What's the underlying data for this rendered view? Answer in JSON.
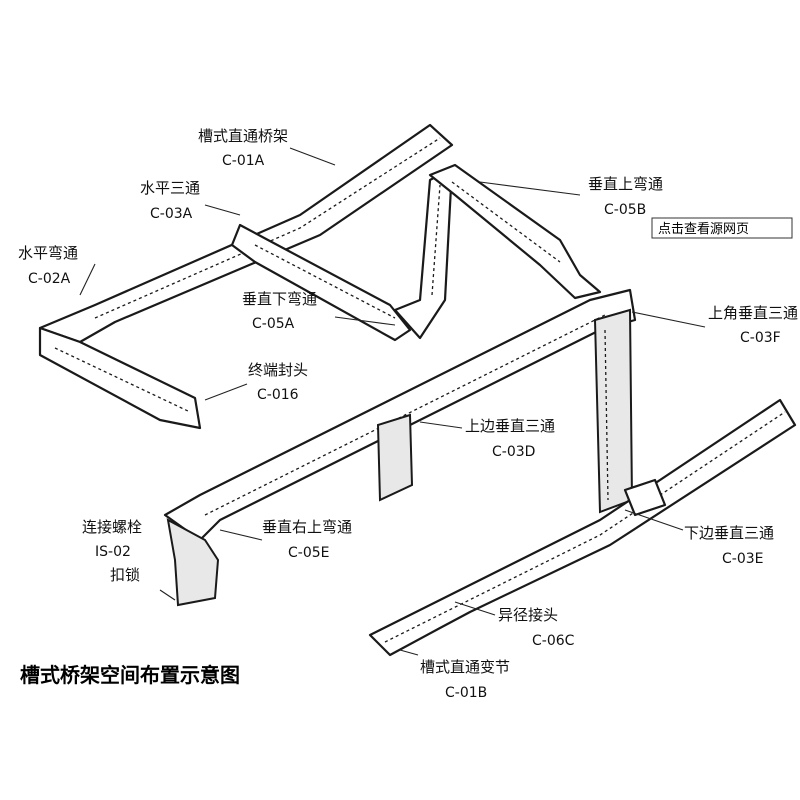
{
  "diagram": {
    "title": "槽式桥架空间布置示意图",
    "link_badge": "点击查看源网页",
    "labels": [
      {
        "id": "straight",
        "name": "槽式直通桥架",
        "code": "C-01A"
      },
      {
        "id": "tee-horizontal",
        "name": "水平三通",
        "code": "C-03A"
      },
      {
        "id": "elbow-horizontal",
        "name": "水平弯通",
        "code": "C-02A"
      },
      {
        "id": "elbow-vertical-down",
        "name": "垂直下弯通",
        "code": "C-05A"
      },
      {
        "id": "end-cap",
        "name": "终端封头",
        "code": "C-016"
      },
      {
        "id": "elbow-vertical-up",
        "name": "垂直上弯通",
        "code": "C-05B"
      },
      {
        "id": "tee-up-corner",
        "name": "上角垂直三通",
        "code": "C-03F"
      },
      {
        "id": "tee-up-side",
        "name": "上边垂直三通",
        "code": "C-03D"
      },
      {
        "id": "connector-bolt",
        "name": "连接螺栓",
        "code": "IS-02",
        "extra": "扣锁"
      },
      {
        "id": "elbow-vertical-right-up",
        "name": "垂直右上弯通",
        "code": "C-05E"
      },
      {
        "id": "tee-down-side",
        "name": "下边垂直三通",
        "code": "C-03E"
      },
      {
        "id": "reducer",
        "name": "异径接头",
        "code": "C-06C"
      },
      {
        "id": "straight-reducer",
        "name": "槽式直通变节",
        "code": "C-01B"
      }
    ]
  }
}
